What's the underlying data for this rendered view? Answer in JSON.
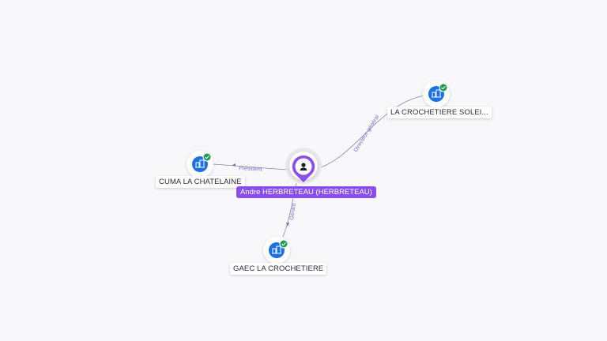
{
  "colors": {
    "company_blue": "#1d6fe6",
    "person_purple": "#8a4dee",
    "check_green": "#1a9a4e",
    "edge": "#8a8a95",
    "edge_label": "#7a6bd1"
  },
  "person": {
    "label": "Andre HERBRETEAU (HERBRETEAU)",
    "icon": "person-icon"
  },
  "companies": [
    {
      "id": "crochetiere-soleil",
      "label": "LA CROCHETIERE SOLEI...",
      "icon": "building-icon",
      "verified": true
    },
    {
      "id": "cuma-chatelaine",
      "label": "CUMA LA CHATELAINE",
      "icon": "building-icon",
      "verified": true
    },
    {
      "id": "gaec-crochetiere",
      "label": "GAEC LA CROCHETIERE",
      "icon": "building-icon",
      "verified": true
    }
  ],
  "edges": [
    {
      "to": "crochetiere-soleil",
      "label": "Directeur général"
    },
    {
      "to": "cuma-chatelaine",
      "label": "Président"
    },
    {
      "to": "gaec-crochetiere",
      "label": "Gérant"
    }
  ]
}
